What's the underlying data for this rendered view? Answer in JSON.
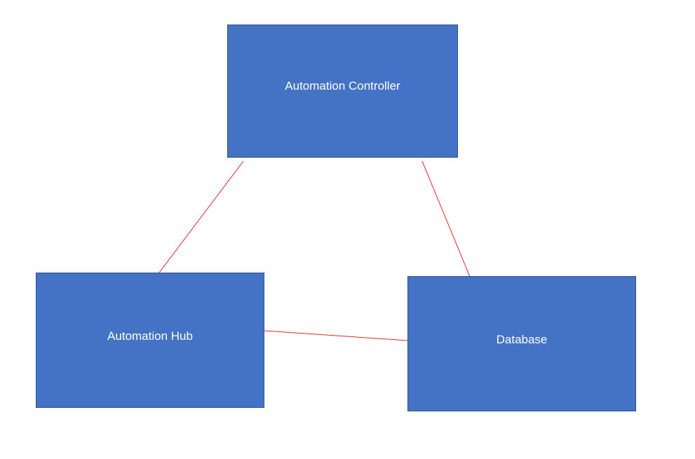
{
  "diagram": {
    "nodes": [
      {
        "id": "controller",
        "label": "Automation Controller"
      },
      {
        "id": "hub",
        "label": "Automation Hub"
      },
      {
        "id": "database",
        "label": "Database"
      }
    ],
    "edges": [
      {
        "from": "controller",
        "to": "hub"
      },
      {
        "from": "controller",
        "to": "database"
      },
      {
        "from": "hub",
        "to": "database"
      }
    ],
    "colors": {
      "node_fill": "#4472c4",
      "node_border": "#2f528f",
      "node_text": "#ffffff",
      "connector": "#e8262d"
    }
  }
}
